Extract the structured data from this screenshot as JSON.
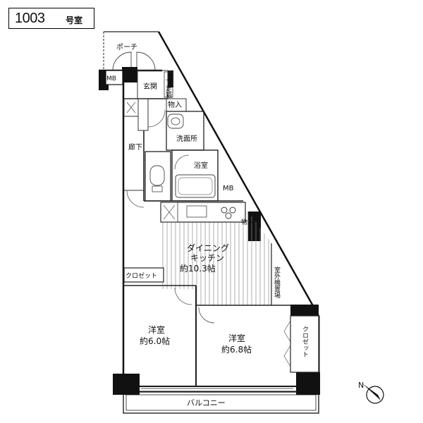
{
  "header": {
    "unit_number": "1003",
    "unit_suffix": "号室"
  },
  "rooms": {
    "porch": "ポーチ",
    "mb_top": "MB",
    "entrance": "玄関",
    "shoe_box": "下足箱",
    "storage_1": "物入",
    "washroom": "洗面所",
    "hallway": "廊下",
    "bath": "浴室",
    "mb_side": "MB",
    "storage_2": "物入",
    "dining_kitchen_1": "ダイニング",
    "dining_kitchen_2": "キッチン",
    "dining_kitchen_area": "約10.3帖",
    "closet_left": "クロゼット",
    "outdoor_stairs": "室外機置場",
    "room_a_name": "洋室",
    "room_a_area": "約6.0帖",
    "room_b_name": "洋室",
    "room_b_area": "約6.8帖",
    "closet_right": "クロゼット",
    "balcony": "バルコニー"
  },
  "colors": {
    "wall": "#111111",
    "line": "#333333",
    "floor_hatch": "#888888"
  }
}
